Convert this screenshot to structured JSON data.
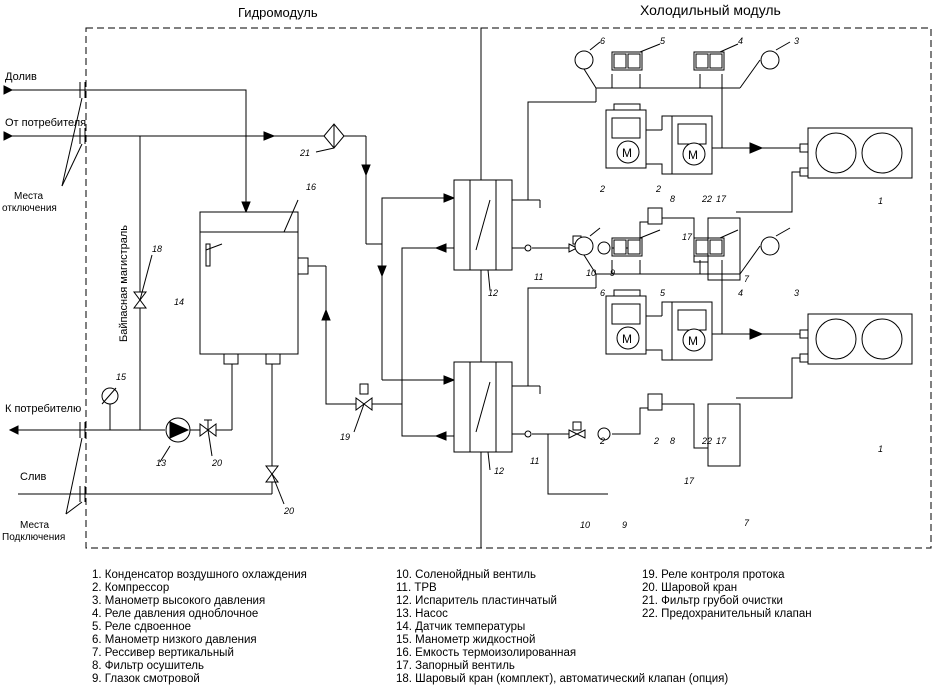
{
  "titles": {
    "hydro": "Гидромодуль",
    "cold": "Холодильный модуль"
  },
  "side_labels": {
    "doliv": "Долив",
    "ot_potrebitelya": "От потребителя",
    "mesta_otklyucheniya_1": "Места",
    "mesta_otklyucheniya_2": "отключения",
    "k_potrebitelyu": "К потребителю",
    "sliv": "Слив",
    "mesta_podklyucheniya_1": "Места",
    "mesta_podklyucheniya_2": "Подключения",
    "bypass": "Байпасная магистраль"
  },
  "callouts": {
    "n1": "1",
    "n2": "2",
    "n3": "3",
    "n4": "4",
    "n5": "5",
    "n6": "6",
    "n7": "7",
    "n8": "8",
    "n9": "9",
    "n10": "10",
    "n11": "11",
    "n12": "12",
    "n13": "13",
    "n14": "14",
    "n15": "15",
    "n16": "16",
    "n17": "17",
    "n18": "18",
    "n19": "19",
    "n20": "20",
    "n21": "21",
    "n22": "22"
  },
  "motor_label": "M",
  "legend": {
    "col1": [
      "1. Конденсатор воздушного охлаждения",
      "2. Компрессор",
      "3. Манометр высокого давления",
      "4. Реле давления одноблочное",
      "5. Реле сдвоенное",
      "6. Манометр низкого давления",
      "7. Рессивер вертикальный",
      "8. Фильтр осушитель",
      "9. Глазок смотровой"
    ],
    "col2": [
      "10. Соленойдный вентиль",
      "11. ТРВ",
      "12. Испаритель пластинчатый",
      "13. Насос",
      "14. Датчик температуры",
      "15. Манометр жидкостной",
      "16. Емкость термоизолированная",
      "17. Запорный вентиль",
      "18. Шаровый кран (комплект), автоматический клапан (опция)"
    ],
    "col3": [
      "19. Реле контроля протока",
      "20. Шаровой кран",
      "21. Фильтр грубой очистки",
      "22. Предохранительный клапан"
    ]
  }
}
